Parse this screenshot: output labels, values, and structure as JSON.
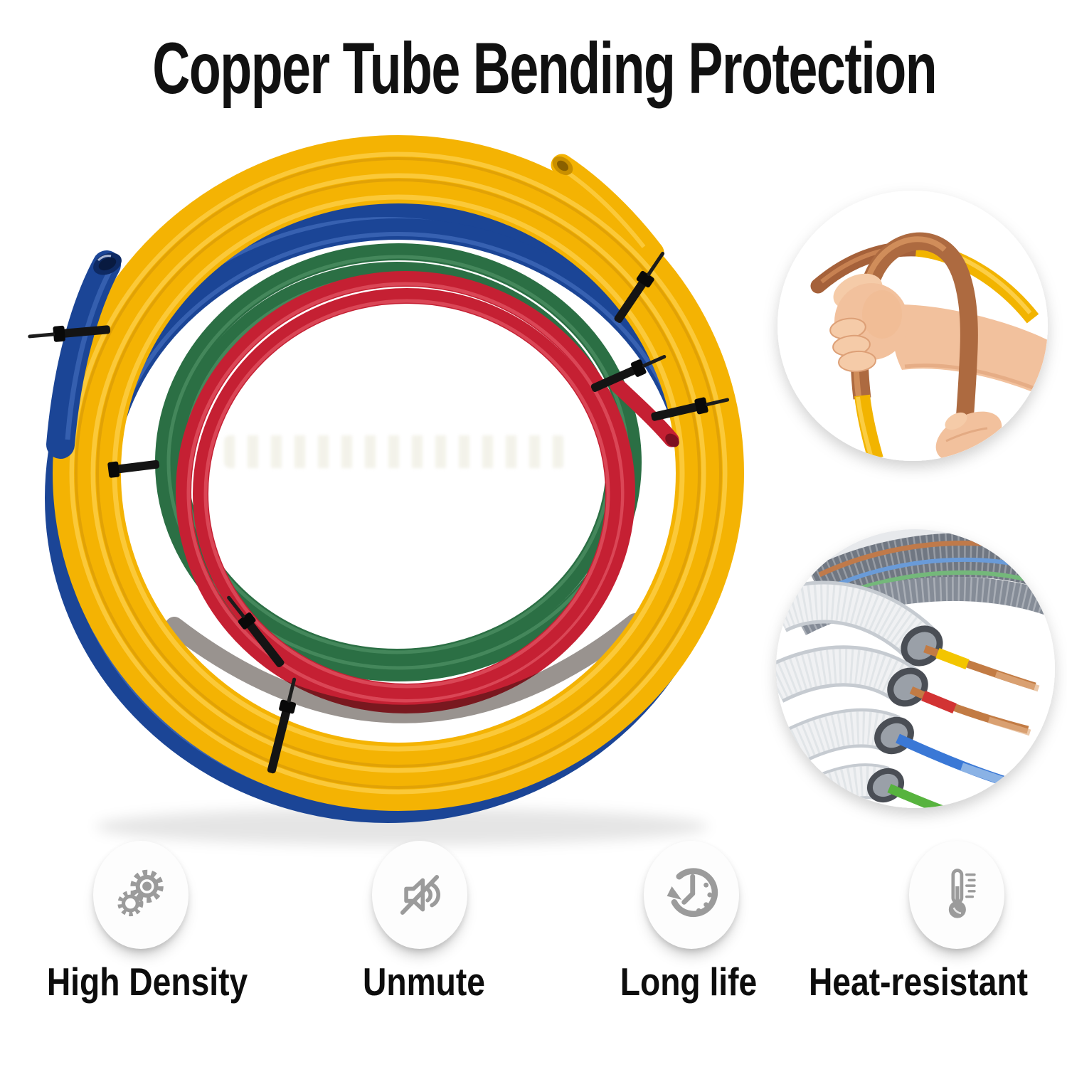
{
  "title": "Copper Tube Bending Protection",
  "features": [
    {
      "label": "High Density",
      "icon": "gears-icon"
    },
    {
      "label": "Unmute",
      "icon": "muted-speaker-icon"
    },
    {
      "label": "Long life",
      "icon": "clock-history-icon"
    },
    {
      "label": "Heat-resistant",
      "icon": "thermometer-icon"
    }
  ],
  "palette": {
    "tube_yellow": "#F4B303",
    "tube_blue": "#1B4596",
    "tube_green": "#2B6F44",
    "tube_red": "#C52033",
    "cable_tie_black": "#141414",
    "copper": "#AD6A40",
    "skin": "#F2C19D",
    "icon_gray": "#9B9B9B",
    "text_black": "#111111"
  }
}
